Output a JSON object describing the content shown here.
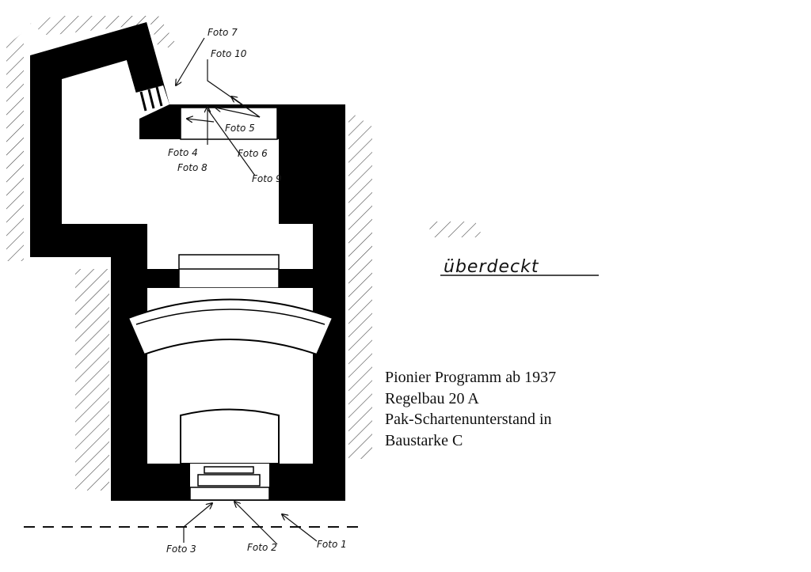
{
  "annotation": "überdeckt",
  "caption": {
    "line1": "Pionier Programm ab 1937",
    "line2": "Regelbau 20 A",
    "line3": "Pak-Schartenunterstand in",
    "line4": "Baustarke C"
  },
  "photo_labels": {
    "foto1": "Foto 1",
    "foto2": "Foto 2",
    "foto3": "Foto 3",
    "foto4": "Foto 4",
    "foto5": "Foto 5",
    "foto6": "Foto 6",
    "foto7": "Foto 7",
    "foto8": "Foto 8",
    "foto9": "Foto 9",
    "foto10": "Foto 10"
  },
  "colors": {
    "wall": "#000000",
    "paper": "#ffffff",
    "ink": "#111111"
  }
}
